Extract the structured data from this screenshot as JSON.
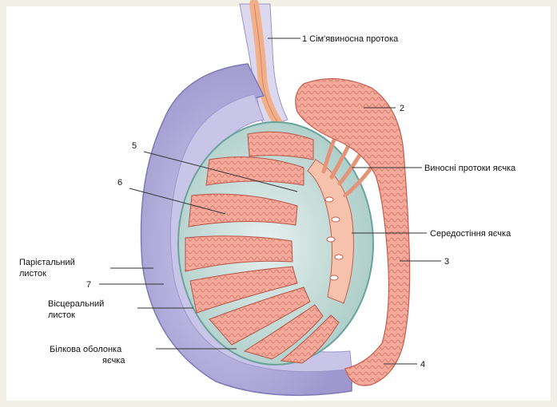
{
  "diagram": {
    "labels": {
      "vas_deferens": "1 Сім'явиносна  протока",
      "epididymis_head": "2",
      "efferent_ducts": "Виносні протоки яєчка",
      "mediastinum": "Середостіння яєчка",
      "epididymis_body": "3",
      "epididymis_tail": "4",
      "label5": "5",
      "label6": "6",
      "parietal_line1": "Парієтальний",
      "parietal_line2": "листок",
      "label7": "7",
      "visceral_line1": "Вісцеральний",
      "visceral_line2": "листок",
      "albuginea_line1": "Білкова оболонка",
      "albuginea_line2": "яєчка"
    },
    "colors": {
      "background": "#f2efe6",
      "outer_sac": "#b7b2dc",
      "sac_edge": "#8d86c2",
      "albuginea": "#cfe3e0",
      "tubule": "#f4a99a",
      "tubule_stroke": "#c45d4f",
      "duct": "#f6b892",
      "label_text": "#111111"
    }
  }
}
